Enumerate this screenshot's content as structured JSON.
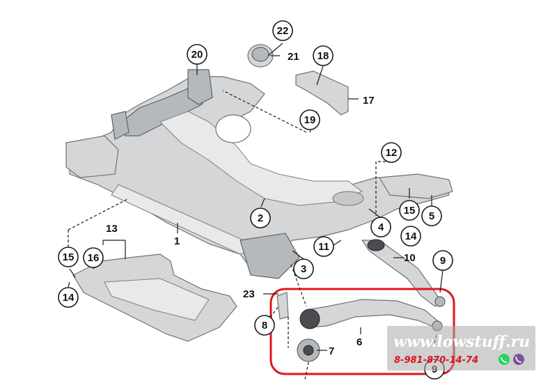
{
  "callouts": [
    {
      "id": "c20",
      "label": "20"
    },
    {
      "id": "c22",
      "label": "22"
    },
    {
      "id": "c18",
      "label": "18"
    },
    {
      "id": "c19",
      "label": "19"
    },
    {
      "id": "c12",
      "label": "12"
    },
    {
      "id": "c2",
      "label": "2"
    },
    {
      "id": "c15a",
      "label": "15"
    },
    {
      "id": "c5",
      "label": "5"
    },
    {
      "id": "c4",
      "label": "4"
    },
    {
      "id": "c14a",
      "label": "14"
    },
    {
      "id": "c11",
      "label": "11"
    },
    {
      "id": "c9a",
      "label": "9"
    },
    {
      "id": "c3",
      "label": "3"
    },
    {
      "id": "c15b",
      "label": "15"
    },
    {
      "id": "c16",
      "label": "16"
    },
    {
      "id": "c14b",
      "label": "14"
    },
    {
      "id": "c8",
      "label": "8"
    },
    {
      "id": "c9b",
      "label": "9"
    }
  ],
  "plain_labels": [
    {
      "id": "p21",
      "label": "21"
    },
    {
      "id": "p17",
      "label": "17"
    },
    {
      "id": "p13",
      "label": "13"
    },
    {
      "id": "p1",
      "label": "1"
    },
    {
      "id": "p10",
      "label": "10"
    },
    {
      "id": "p23",
      "label": "23"
    },
    {
      "id": "p6",
      "label": "6"
    },
    {
      "id": "p7",
      "label": "7"
    }
  ],
  "watermark": {
    "site": "www.lowstuff.ru",
    "phone": "8-981-870-14-74",
    "icons": [
      "whatsapp-icon",
      "viber-icon"
    ]
  },
  "colors": {
    "highlight": "#e3141b",
    "part": "#d4d6d8",
    "whatsapp": "#25d366",
    "viber": "#7b519d",
    "phone_text": "#d8141b"
  }
}
